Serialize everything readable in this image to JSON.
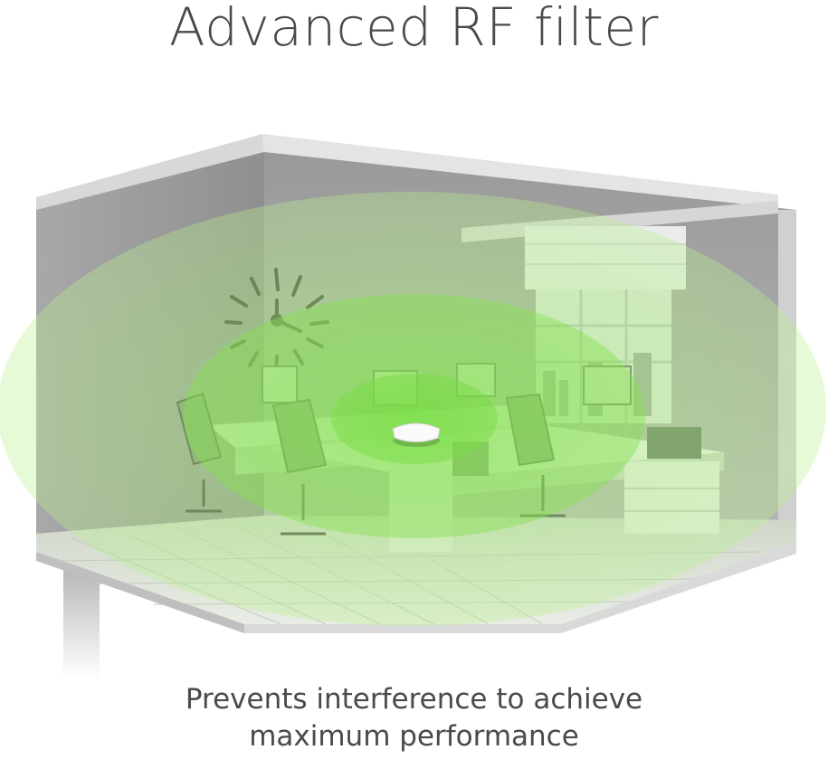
{
  "headline": "Advanced RF filter",
  "caption": {
    "line1": "Prevents interference to achieve",
    "line2": "maximum performance"
  },
  "colors": {
    "text": "#4a4a4a",
    "signal_green": "#7ed957",
    "wall": "#8e8e8e"
  },
  "icons": [
    "wall-clock-icon",
    "router-device-icon",
    "window-icon",
    "monitor-icon",
    "office-chair-icon"
  ]
}
